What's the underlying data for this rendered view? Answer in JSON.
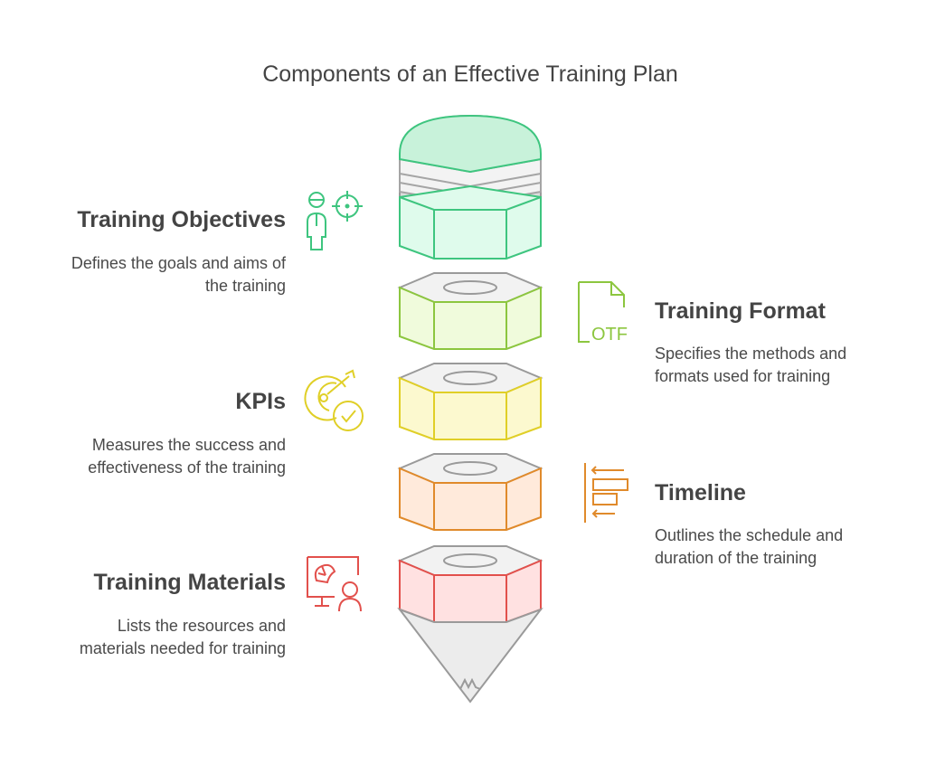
{
  "title": "Components of an Effective Training Plan",
  "components": [
    {
      "heading": "Training Objectives",
      "desc_line1": "Defines the goals and aims of",
      "desc_line2": "the training",
      "color": "#3ec57f",
      "icon": "person-target-icon"
    },
    {
      "heading": "Training Format",
      "desc_line1": "Specifies the methods and",
      "desc_line2": "formats used for training",
      "color": "#8cc63f",
      "icon": "otf-file-icon",
      "icon_text": "OTF"
    },
    {
      "heading": "KPIs",
      "desc_line1": "Measures the success and",
      "desc_line2": "effectiveness of the training",
      "color": "#e0cf27",
      "icon": "target-check-icon"
    },
    {
      "heading": "Timeline",
      "desc_line1": "Outlines the schedule and",
      "desc_line2": "duration of the training",
      "color": "#e08a2b",
      "icon": "timeline-bars-icon"
    },
    {
      "heading": "Training Materials",
      "desc_line1": "Lists the resources and",
      "desc_line2": "materials needed for training",
      "color": "#e2504c",
      "icon": "presentation-board-icon"
    }
  ]
}
